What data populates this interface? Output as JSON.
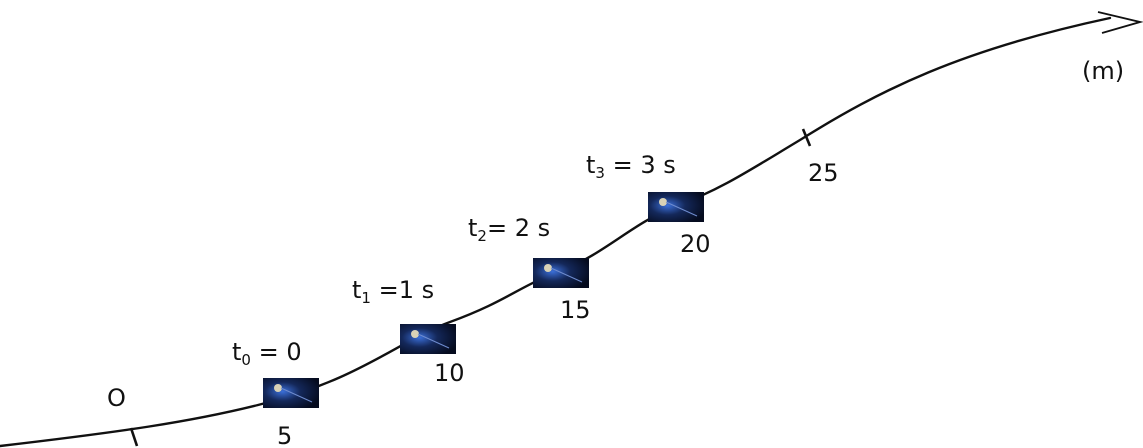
{
  "unit_label": "(m)",
  "origin_label": "O",
  "distance_marks": [
    {
      "value": "5",
      "kind": "car"
    },
    {
      "value": "10",
      "kind": "car"
    },
    {
      "value": "15",
      "kind": "car"
    },
    {
      "value": "20",
      "kind": "car"
    },
    {
      "value": "25",
      "kind": "tick"
    }
  ],
  "time_labels": [
    {
      "base": "t",
      "sub": "0",
      "text": " = 0"
    },
    {
      "base": "t",
      "sub": "1",
      "text": " =1 s"
    },
    {
      "base": "t",
      "sub": "2",
      "text": "= 2 s"
    },
    {
      "base": "t",
      "sub": "3",
      "text": " = 3 s"
    }
  ],
  "icons": {
    "car": "car-thumbnail-icon",
    "arrow": "arrow-head-icon"
  },
  "colors": {
    "line": "#111111",
    "thumb_bg": "#0b1836",
    "thumb_glow": "#2a5cc4"
  }
}
